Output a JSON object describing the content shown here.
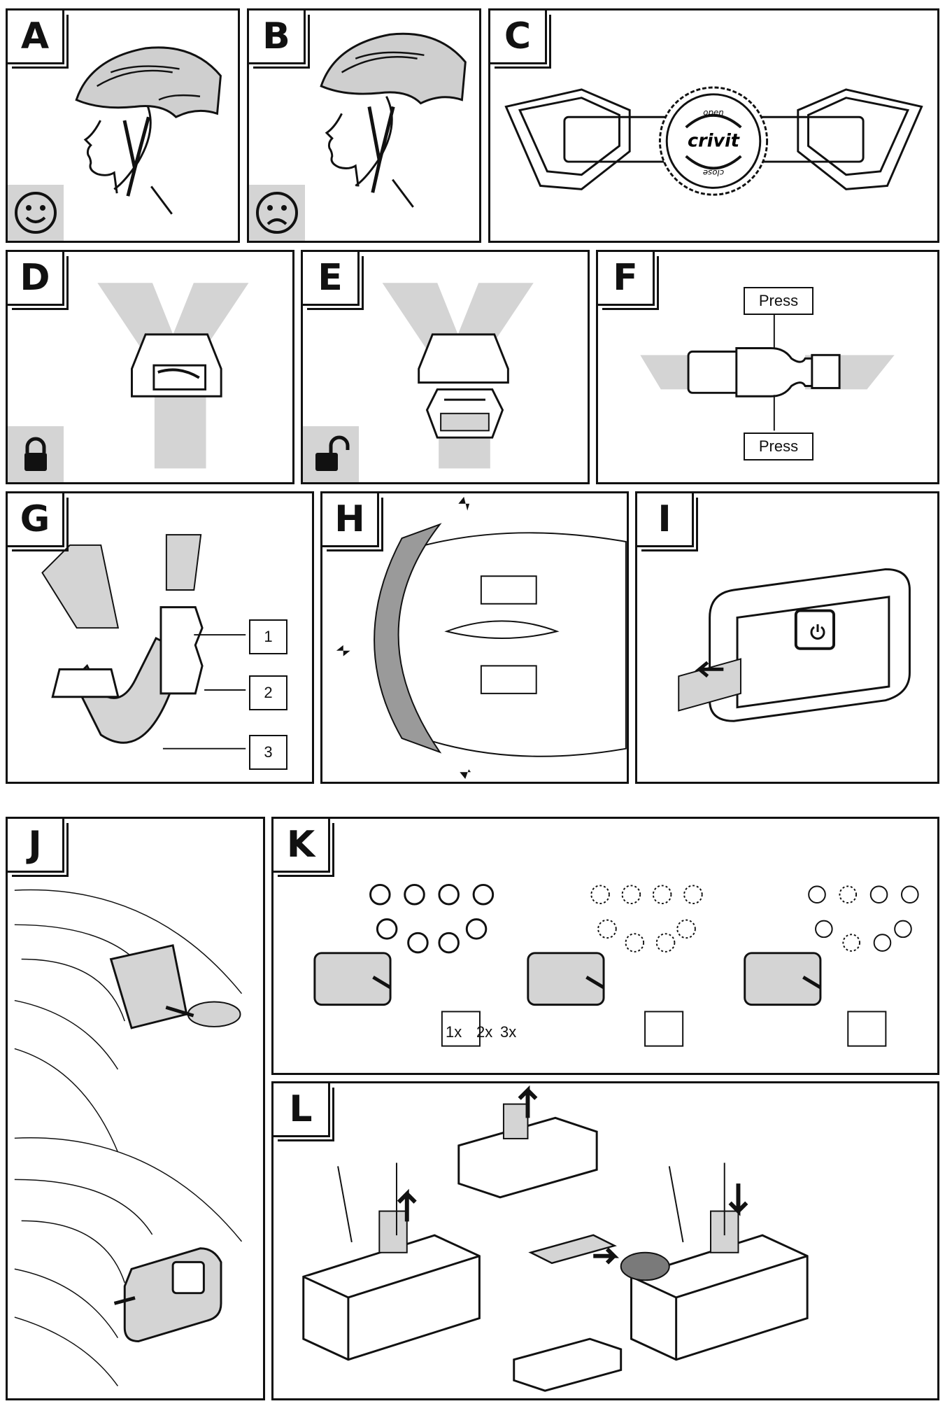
{
  "panels": {
    "a": {
      "letter": "A",
      "icon": "smiley-face-icon"
    },
    "b": {
      "letter": "B",
      "icon": "sad-face-icon"
    },
    "c": {
      "letter": "C",
      "dial_open": "open",
      "dial_brand": "crivit",
      "dial_close": "close"
    },
    "d": {
      "letter": "D",
      "icon": "lock-icon"
    },
    "e": {
      "letter": "E",
      "icon": "unlock-icon"
    },
    "f": {
      "letter": "F",
      "press_top": "Press",
      "press_bottom": "Press"
    },
    "g": {
      "letter": "G",
      "callouts": [
        "1",
        "2",
        "3"
      ]
    },
    "h": {
      "letter": "H"
    },
    "i": {
      "letter": "I",
      "icon": "power-icon"
    },
    "j": {
      "letter": "J"
    },
    "k": {
      "letter": "K",
      "counts": [
        "1x",
        "2x",
        "3x"
      ]
    },
    "l": {
      "letter": "L"
    }
  },
  "colors": {
    "line": "#111111",
    "fill_gray": "#d4d4d4",
    "mid_gray": "#9a9a9a"
  }
}
